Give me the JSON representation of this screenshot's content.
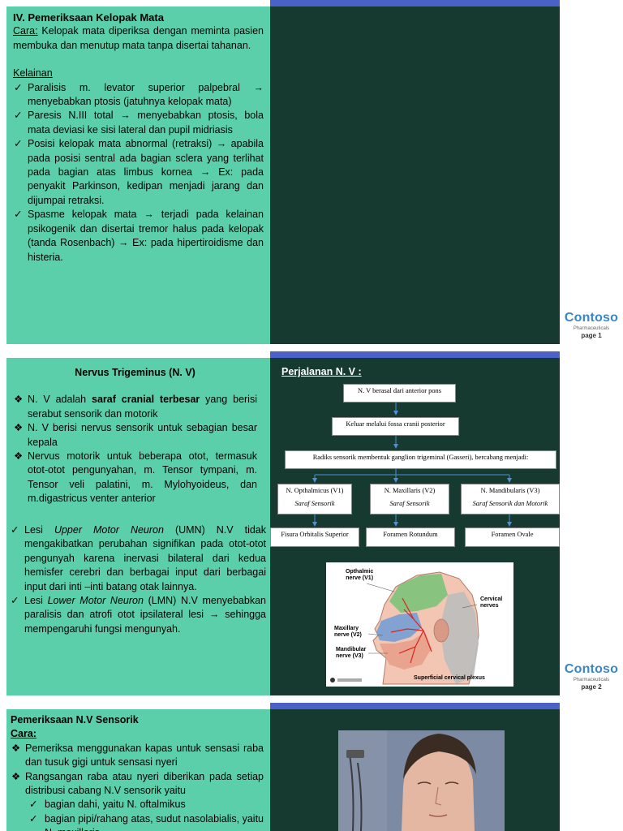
{
  "slide1": {
    "title": "IV. Pemeriksaan Kelopak Mata",
    "cara_label": "Cara:",
    "cara_text": " Kelopak mata diperiksa dengan meminta pasien membuka dan menutup mata tanpa disertai tahanan.",
    "kelainan_label": "Kelainan",
    "items": [
      "Paralisis m. levator superior palpebral → menyebabkan ptosis (jatuhnya kelopak mata)",
      "Paresis N.III total → menyebabkan ptosis, bola mata deviasi ke sisi lateral dan pupil midriasis",
      "Posisi kelopak mata abnormal (retraksi) → apabila pada posisi sentral ada bagian sclera yang terlihat pada bagian atas limbus kornea → Ex: pada penyakit Parkinson, kedipan menjadi jarang dan dijumpai retraksi.",
      "Spasme kelopak mata → terjadi pada kelainan psikogenik dan disertai tremor halus pada kelopak (tanda Rosenbach) → Ex: pada hipertiroidisme dan histeria."
    ],
    "logo": {
      "brand": "Contoso",
      "sub": "Pharmaceuticals",
      "page": "page 1"
    }
  },
  "slide2": {
    "title": "Nervus Trigeminus (N. V)",
    "diamonds": {
      "d1_a": "N. V adalah ",
      "d1_b": "saraf cranial terbesar",
      "d1_c": " yang berisi serabut sensorik dan motorik",
      "d2": "N. V berisi nervus sensorik untuk sebagian besar kepala",
      "d3": "Nervus motorik untuk beberapa otot, termasuk otot-otot pengunyahan, m. Tensor tympani, m. Tensor veli palatini, m. Mylohyoideus, dan m.digastricus venter anterior"
    },
    "lesi1": {
      "a": "Lesi ",
      "b": "Upper Motor Neuron",
      "c": " (UMN) N.V tidak mengakibatkan perubahan signifikan pada otot-otot pengunyah karena inervasi bilateral dari kedua hemisfer cerebri dan berbagai input dari berbagai input dari inti –inti batang otak lainnya."
    },
    "lesi2": {
      "a": "Lesi ",
      "b": "Lower Motor Neuron",
      "c": " (LMN) N.V menyebabkan paralisis dan atrofi otot ipsilateral lesi → sehingga mempengaruhi fungsi mengunyah."
    },
    "flow_title": "Perjalanan N. V :",
    "flow": {
      "b1": "N. V berasal dari anterior pons",
      "b2": "Keluar melalui fossa cranii posterior",
      "b3": "Radiks sensorik membentuk ganglion trigeminal (Gasseri), bercabang menjadi:",
      "v1": "N. Opthalmicus (V1)",
      "v1s": "Saraf Sensorik",
      "v2": "N. Maxillaris (V2)",
      "v2s": "Saraf Sensorik",
      "v3": "N. Mandibularis (V3)",
      "v3s": "Saraf Sensorik dan Motorik",
      "f1": "Fisura Orbitalis Superior",
      "f2": "Foramen Rotundum",
      "f3": "Foramen Ovale"
    },
    "illus_labels": {
      "opthalmic": "Opthalmic",
      "opthalmic2": "nerve (V1)",
      "cervical": "Cervical",
      "cervical2": "nerves",
      "maxillary": "Maxillary",
      "maxillary2": "nerve (V2)",
      "mandibular": "Mandibular",
      "mandibular2": "nerve (V3)",
      "plexus": "Superficial cervical plexus"
    },
    "logo": {
      "brand": "Contoso",
      "sub": "Pharmaceuticals",
      "page": "page 2"
    }
  },
  "slide3": {
    "title": "Pemeriksaan N.V Sensorik",
    "cara_label": "Cara:",
    "items": [
      "Pemeriksa menggunakan kapas untuk sensasi raba dan tusuk gigi untuk sensasi nyeri",
      "Rangsangan raba atau nyeri diberikan pada setiap distribusi cabang N.V sensorik yaitu"
    ],
    "subitems": [
      "bagian dahi, yaitu N. oftalmikus",
      "bagian pipi/rahang atas, sudut nasolabialis, yaitu N. maxillaris"
    ]
  },
  "marks": {
    "check": "✓",
    "diamond": "❖"
  },
  "colors": {
    "green": "#5bcfa9",
    "dark": "#173a30",
    "bar": "#4a62c8",
    "brand": "#3a86c9"
  }
}
